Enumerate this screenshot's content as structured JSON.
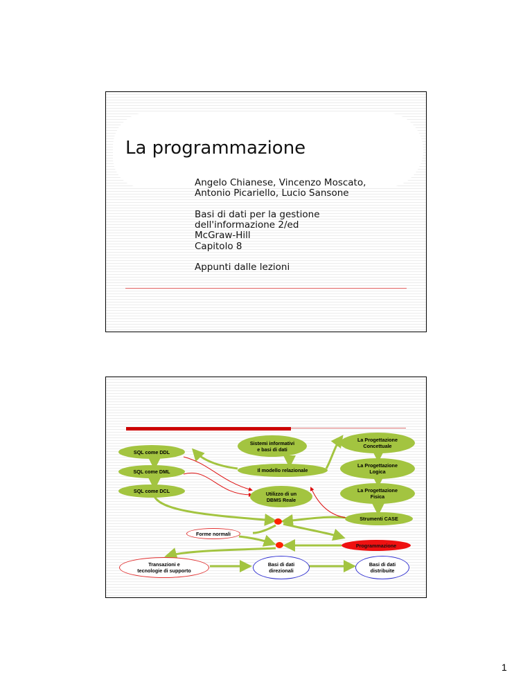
{
  "slide1": {
    "title": "La programmazione",
    "authors_line1": "Angelo Chianese, Vincenzo Moscato,",
    "authors_line2": "Antonio Picariello, Lucio Sansone",
    "book_line1": "Basi di dati per la gestione",
    "book_line2": "dell'informazione 2/ed",
    "book_line3": "McGraw-Hill",
    "book_line4": "Capitolo 8",
    "notes": "Appunti dalle lezioni"
  },
  "slide2": {
    "nodes": {
      "sql_ddl": "SQL come DDL",
      "sql_dml": "SQL come DML",
      "sql_dcl": "SQL come DCL",
      "sistemi_line1": "Sistemi informativi",
      "sistemi_line2": "e basi di dati",
      "modello": "Il modello relazionale",
      "utilizzo_line1": "Utilizzo di un",
      "utilizzo_line2": "DBMS Reale",
      "concettuale_line1": "La Progettazione",
      "concettuale_line2": "Concettuale",
      "logica_line1": "La Progettazione",
      "logica_line2": "Logica",
      "fisica_line1": "La Progettazione",
      "fisica_line2": "Fisica",
      "case": "Strumenti CASE",
      "forme": "Forme normali",
      "programmazione": "Programmazione",
      "transazioni_line1": "Transazioni e",
      "transazioni_line2": "tecnologie di supporto",
      "direzionali_line1": "Basi di dati",
      "direzionali_line2": "direzionali",
      "distribuite_line1": "Basi di dati",
      "distribuite_line2": "distribuite"
    }
  },
  "page_number": "1",
  "colors": {
    "green": "#a3c440",
    "red": "#ee1111",
    "blue": "#3030d0"
  }
}
